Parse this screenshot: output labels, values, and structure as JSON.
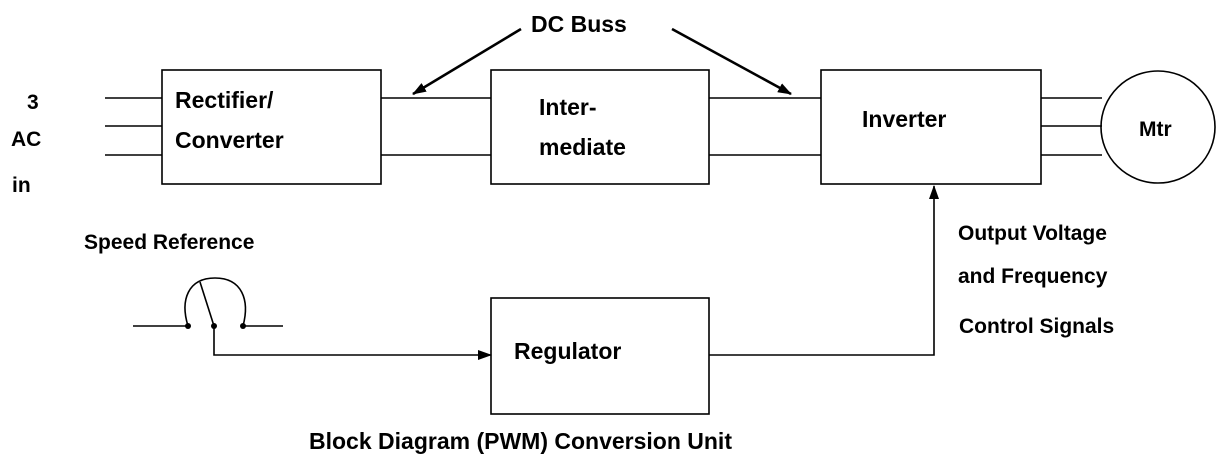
{
  "diagram": {
    "caption": "Block Diagram (PWM) Conversion Unit",
    "dc_buss_label": "DC Buss",
    "input_label": {
      "line1": "3",
      "line2": "AC",
      "line3": "in"
    },
    "blocks": {
      "rectifier": {
        "line1": "Rectifier/",
        "line2": "Converter"
      },
      "intermediate": {
        "line1": "Inter-",
        "line2": "mediate"
      },
      "inverter": {
        "line1": "Inverter"
      },
      "regulator": {
        "line1": "Regulator"
      }
    },
    "motor_label": "Mtr",
    "speed_reference_label": "Speed Reference",
    "output_signals_label": {
      "line1": "Output Voltage",
      "line2": "and Frequency",
      "line3": "Control Signals"
    },
    "colors": {
      "stroke": "#000000",
      "background": "#ffffff"
    }
  }
}
